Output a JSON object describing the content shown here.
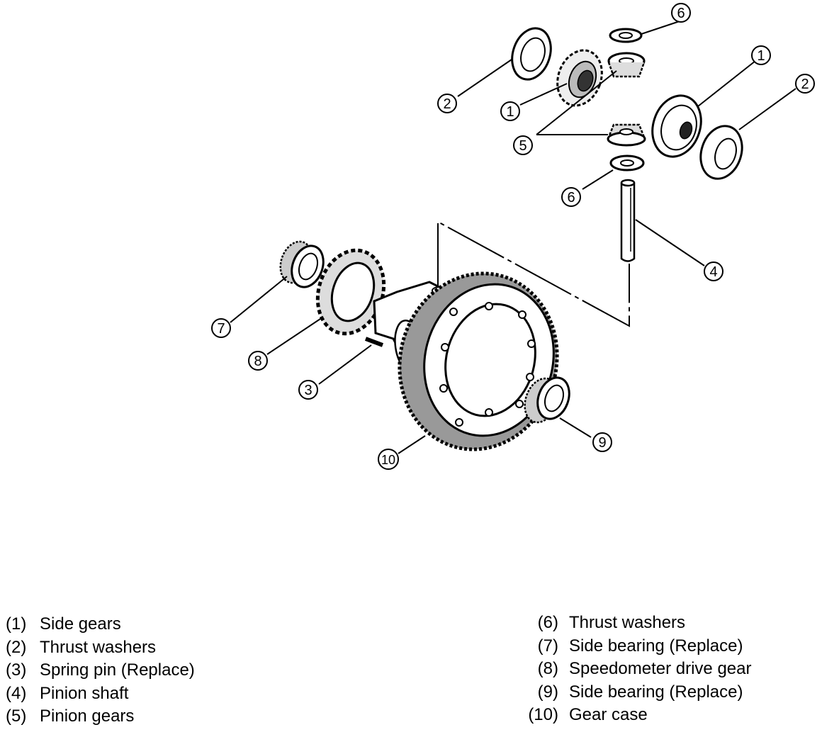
{
  "callouts": {
    "c1a": "1",
    "c1b": "1",
    "c2a": "2",
    "c2b": "2",
    "c3": "3",
    "c4": "4",
    "c5": "5",
    "c6a": "6",
    "c6b": "6",
    "c7": "7",
    "c8": "8",
    "c9": "9",
    "c10": "10"
  },
  "legend": {
    "left": [
      {
        "num": "(1)",
        "label": "Side gears"
      },
      {
        "num": "(2)",
        "label": "Thrust washers"
      },
      {
        "num": "(3)",
        "label": "Spring pin (Replace)"
      },
      {
        "num": "(4)",
        "label": "Pinion shaft"
      },
      {
        "num": "(5)",
        "label": "Pinion gears"
      }
    ],
    "right": [
      {
        "num": "(6)",
        "label": "Thrust washers"
      },
      {
        "num": "(7)",
        "label": "Side bearing (Replace)"
      },
      {
        "num": "(8)",
        "label": "Speedometer drive gear"
      },
      {
        "num": "(9)",
        "label": "Side bearing (Replace)"
      },
      {
        "num": "(10)",
        "label": "Gear case"
      }
    ]
  }
}
